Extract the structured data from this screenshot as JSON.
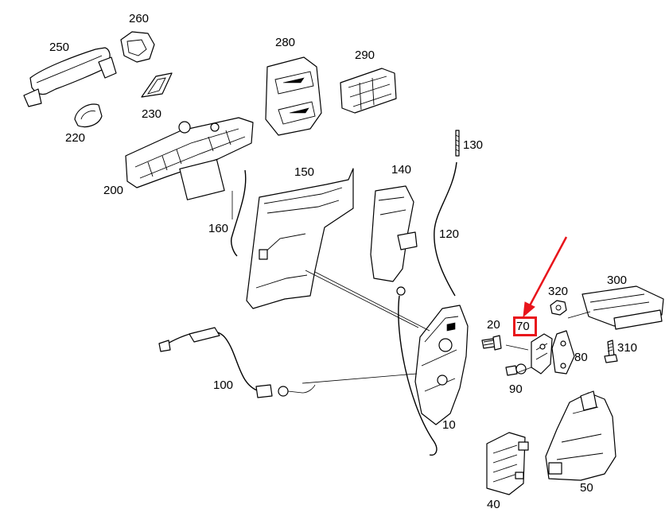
{
  "diagram": {
    "labels": {
      "p10": "10",
      "p20": "20",
      "p40": "40",
      "p50": "50",
      "p70": "70",
      "p80": "80",
      "p90": "90",
      "p100": "100",
      "p120": "120",
      "p130": "130",
      "p140": "140",
      "p150": "150",
      "p160": "160",
      "p200": "200",
      "p220": "220",
      "p230": "230",
      "p250": "250",
      "p260": "260",
      "p280": "280",
      "p290": "290",
      "p300": "300",
      "p310": "310",
      "p320": "320"
    },
    "highlight": {
      "part": "70",
      "color": "#e8141b"
    },
    "colors": {
      "line": "#000000",
      "background": "#ffffff",
      "accent": "#e8141b"
    }
  }
}
